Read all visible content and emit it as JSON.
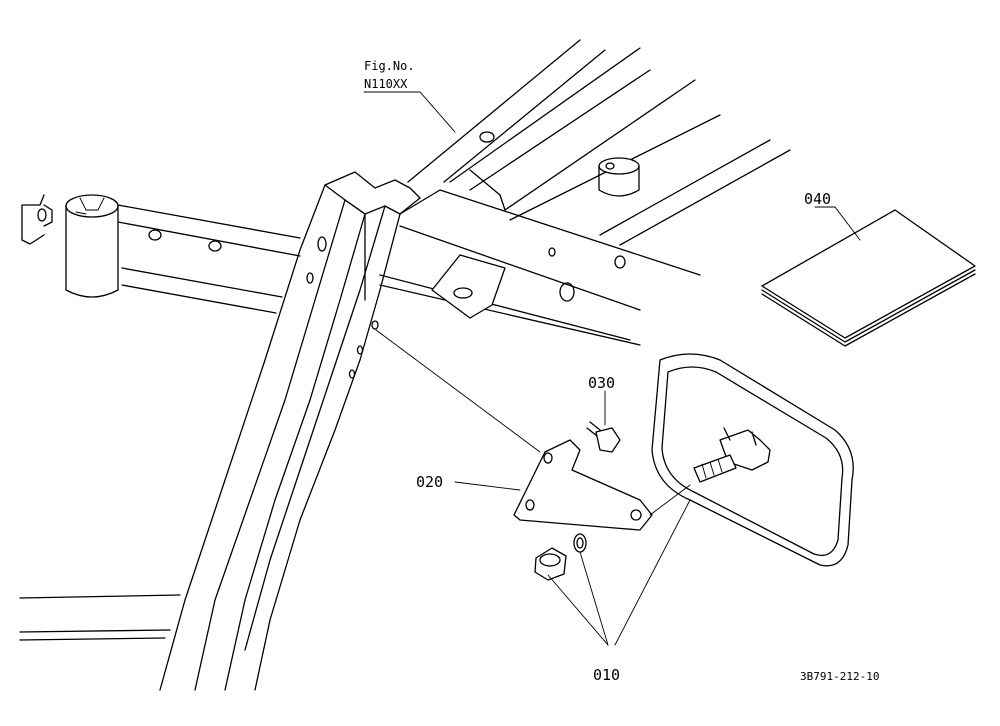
{
  "figure": {
    "fig_ref_line1": "Fig.No.",
    "fig_ref_line2": "N110XX",
    "drawing_code": "3B791-212-10"
  },
  "callouts": [
    {
      "id": "010",
      "label": "010"
    },
    {
      "id": "020",
      "label": "020"
    },
    {
      "id": "030",
      "label": "030"
    },
    {
      "id": "040",
      "label": "040"
    }
  ]
}
